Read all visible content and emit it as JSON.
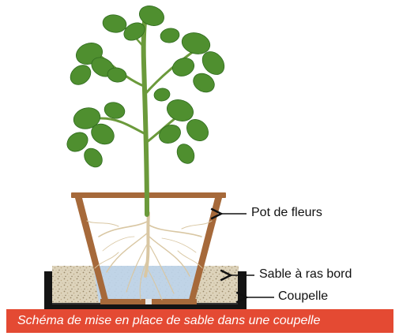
{
  "labels": {
    "pot": "Pot de fleurs",
    "sand": "Sable à ras bord",
    "saucer": "Coupelle"
  },
  "caption": "Schéma de mise en place de sable dans une coupelle",
  "colors": {
    "pot": "#a6693a",
    "leaf": "#4f8f2f",
    "leaf_dark": "#2f6b1e",
    "stem": "#6b9a3b",
    "water": "#b9d3ec",
    "sand": "#d8cdb3",
    "saucer": "#111111",
    "caption_bg": "#e44a33",
    "caption_text": "#ffffff"
  },
  "icons": [
    "arrow-icon"
  ]
}
